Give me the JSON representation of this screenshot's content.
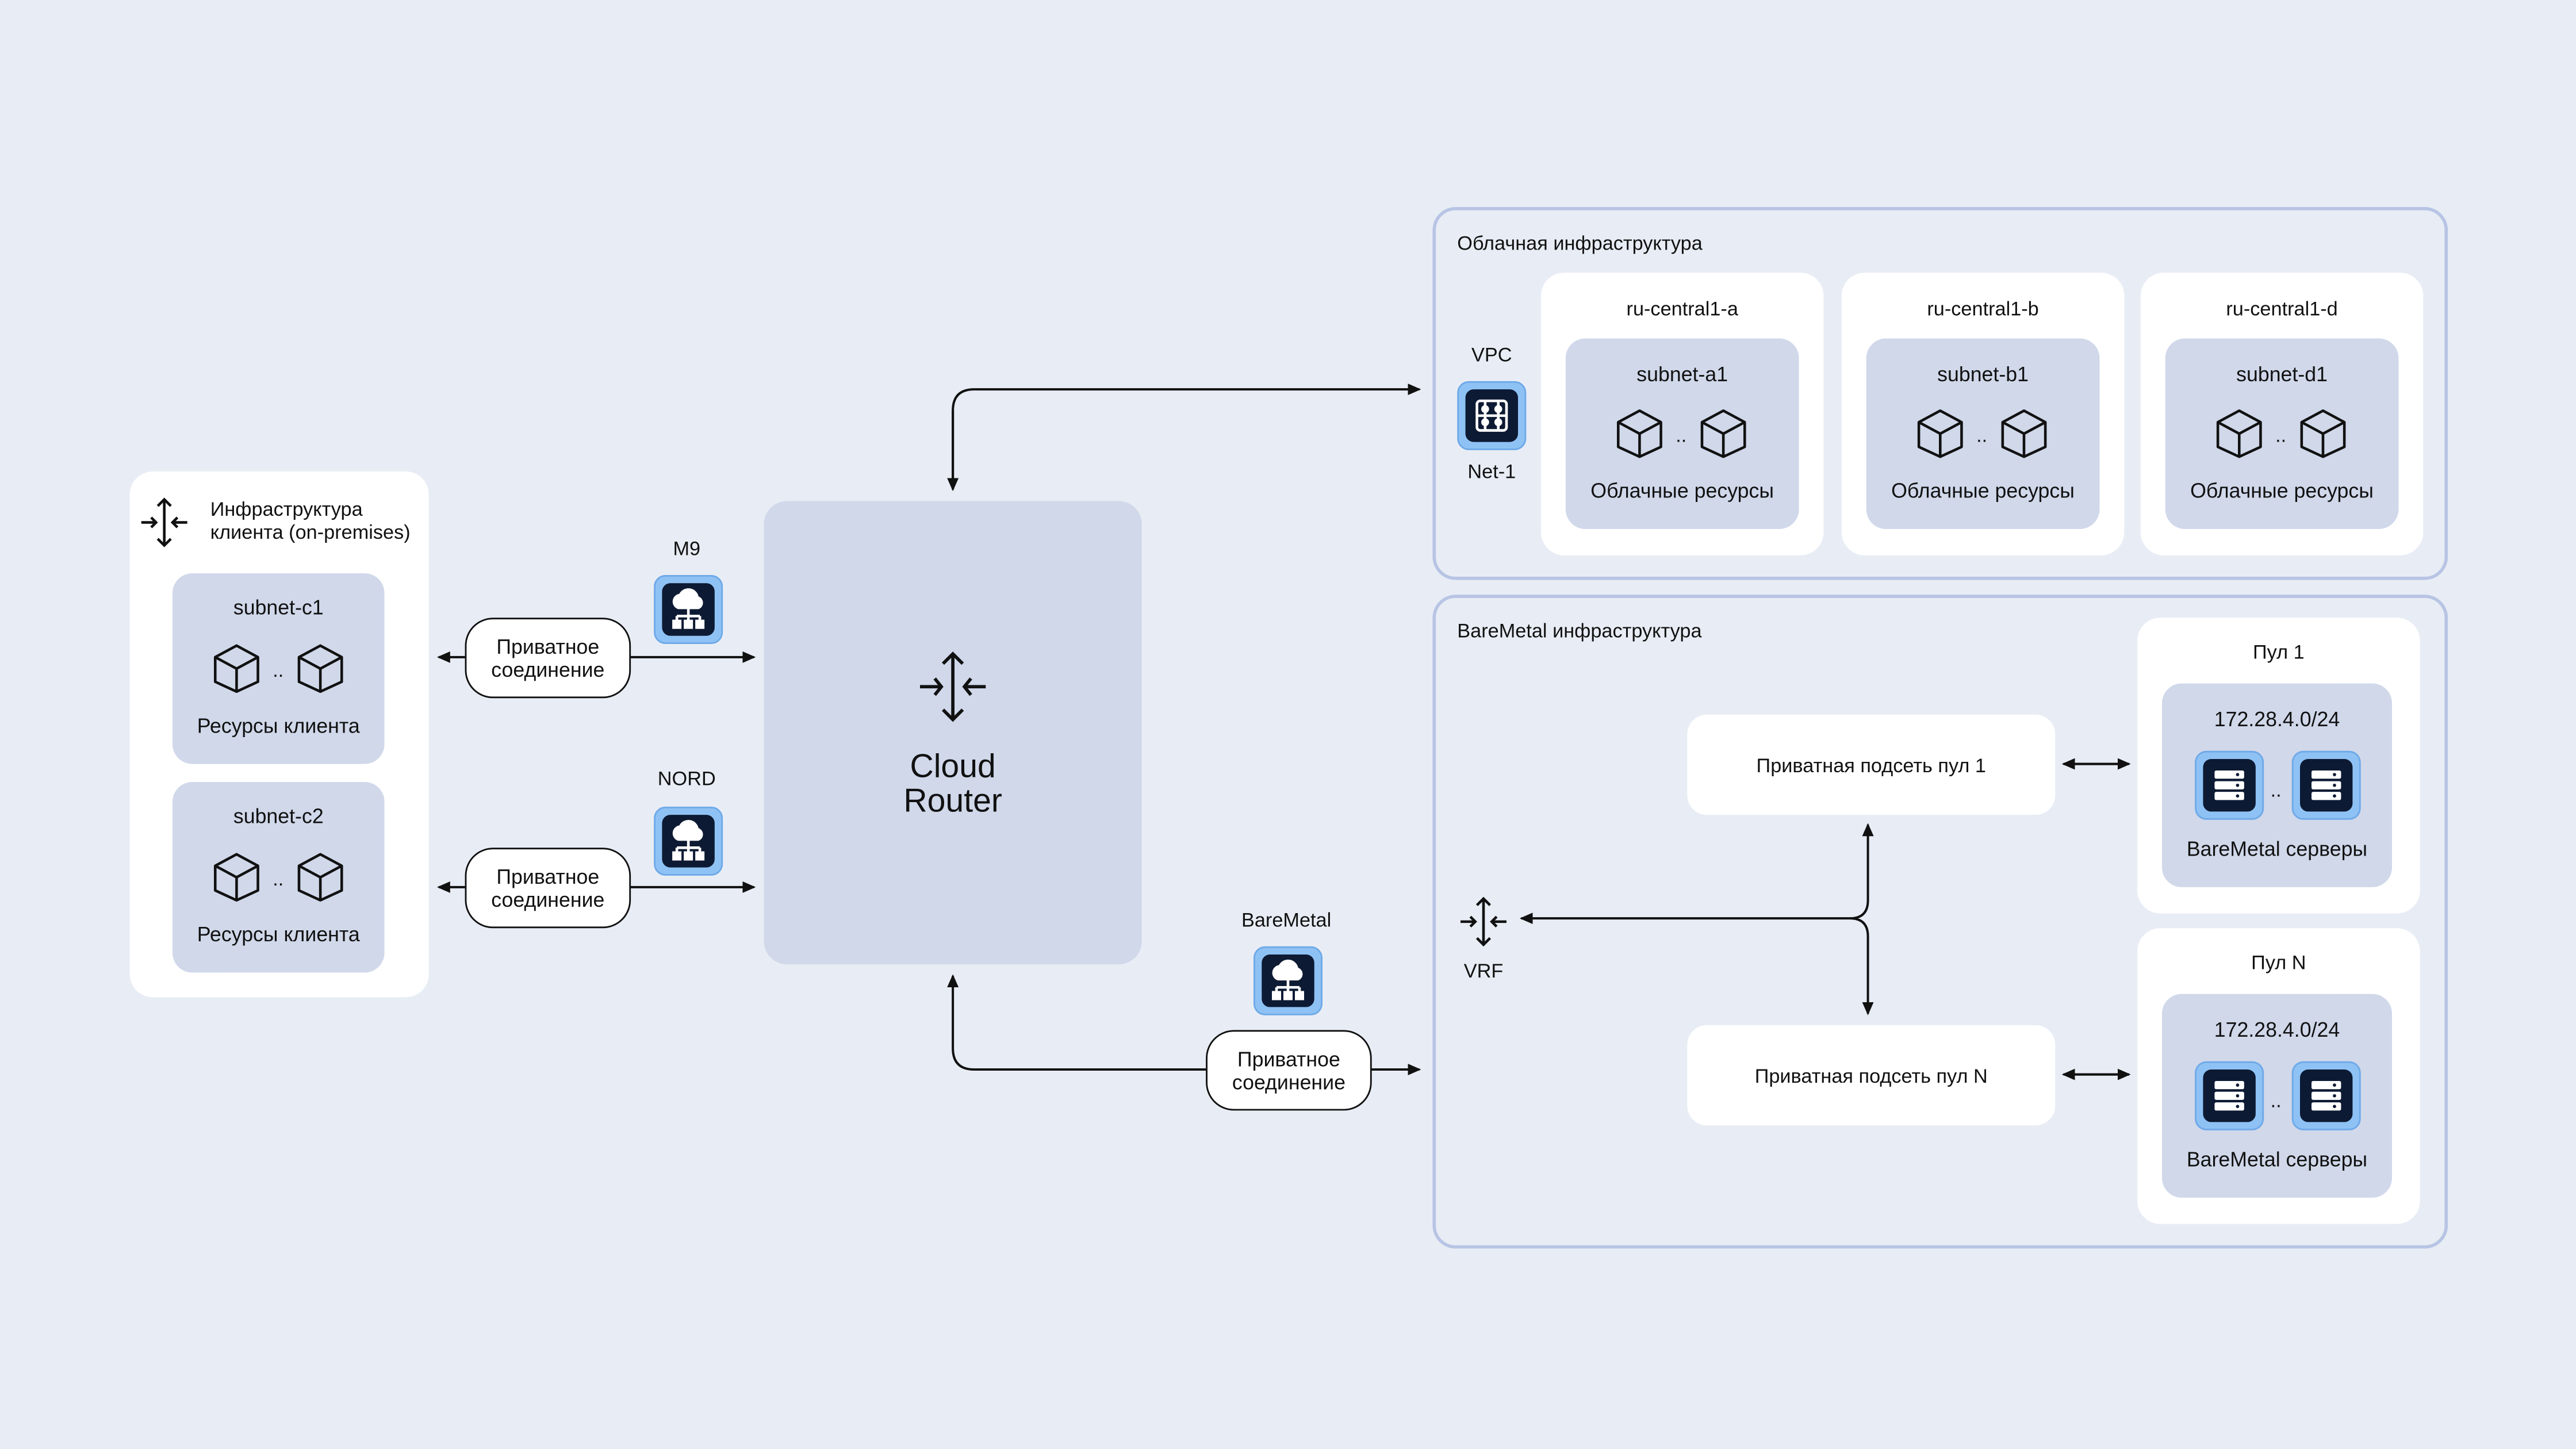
{
  "client": {
    "title_line1": "Инфраструктура",
    "title_line2": "клиента (on-premises)",
    "subnets": [
      {
        "name": "subnet-c1",
        "caption": "Ресурсы клиента"
      },
      {
        "name": "subnet-c2",
        "caption": "Ресурсы клиента"
      }
    ]
  },
  "connections": {
    "m9": {
      "label": "M9",
      "pill_line1": "Приватное",
      "pill_line2": "соединение"
    },
    "nord": {
      "label": "NORD",
      "pill_line1": "Приватное",
      "pill_line2": "соединение"
    },
    "baremetal": {
      "label": "BareMetal",
      "pill_line1": "Приватное",
      "pill_line2": "соединение"
    }
  },
  "cloud_router": {
    "line1": "Cloud",
    "line2": "Router"
  },
  "cloud_infra": {
    "title": "Облачная инфраструктура",
    "vpc_label": "VPC",
    "net_label": "Net-1",
    "zones": [
      {
        "zone": "ru-central1-a",
        "subnet": "subnet-a1",
        "caption": "Облачные ресурсы"
      },
      {
        "zone": "ru-central1-b",
        "subnet": "subnet-b1",
        "caption": "Облачные ресурсы"
      },
      {
        "zone": "ru-central1-d",
        "subnet": "subnet-d1",
        "caption": "Облачные ресурсы"
      }
    ]
  },
  "baremetal_infra": {
    "title": "BareMetal инфраструктура",
    "vrf_label": "VRF",
    "private_subnets": [
      "Приватная подсеть пул 1",
      "Приватная подсеть пул N"
    ],
    "pools": [
      {
        "title": "Пул 1",
        "cidr": "172.28.4.0/24",
        "caption": "BareMetal серверы"
      },
      {
        "title": "Пул N",
        "cidr": "172.28.4.0/24",
        "caption": "BareMetal серверы"
      }
    ]
  },
  "ellipsis": ".."
}
